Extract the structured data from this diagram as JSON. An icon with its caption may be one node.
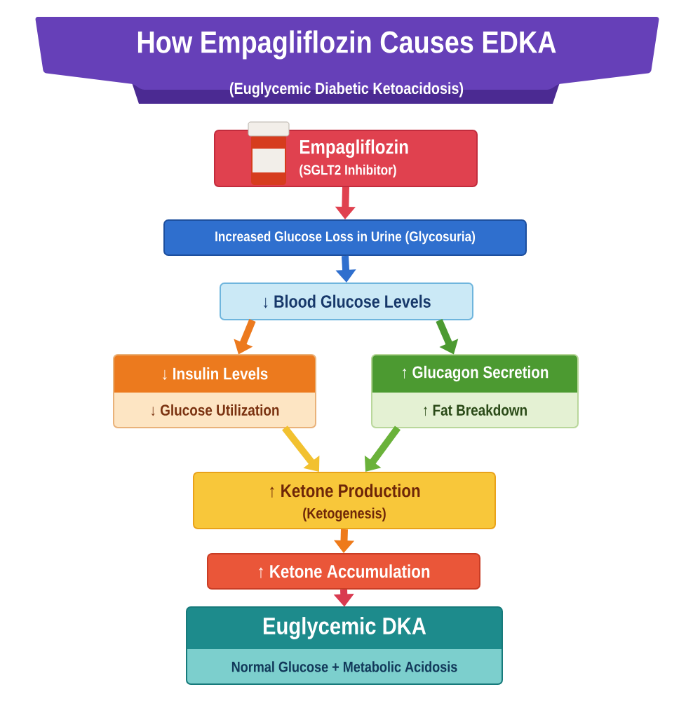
{
  "diagram": {
    "title": "How Empagliflozin Causes EDKA",
    "nodes": [
      {
        "text": [
          "Empagliflozin",
          "(SGLT2 Inhibitor)"
        ]
      },
      {
        "text": [
          "Increased Glucose Loss in Urine (Glycosuria)"
        ]
      },
      {
        "text": [
          "↓ Blood Glucose Levels"
        ]
      },
      {
        "text": [
          "↓ Insulin Levels",
          "↓ Glucose Utilization"
        ]
      },
      {
        "text": [
          "↑ Glucagon Secretion",
          "↑ Fat Breakdown"
        ]
      },
      {
        "text": [
          "↑ Ketone Production",
          "(Ketogenesis)"
        ]
      },
      {
        "text": [
          "↑ Ketone Accumulation"
        ]
      },
      {
        "text": [
          "Euglycemic DKA",
          "Normal Glucose + Metabolic Acidosis"
        ]
      }
    ],
    "edges": [
      {
        "from": 0,
        "to": 1,
        "arrow": "to",
        "color": "#e0414f"
      },
      {
        "from": 1,
        "to": 2,
        "arrow": "to",
        "color": "#2f6fce"
      },
      {
        "from": 2,
        "to": 3,
        "arrow": "to",
        "color": "#ec7a1e"
      },
      {
        "from": 2,
        "to": 4,
        "arrow": "to",
        "color": "#4c9a31"
      },
      {
        "from": 3,
        "to": 5,
        "arrow": "to",
        "color": "#f2c130"
      },
      {
        "from": 4,
        "to": 5,
        "arrow": "to",
        "color": "#6ab23a"
      },
      {
        "from": 5,
        "to": 6,
        "arrow": "to",
        "color": "#ee7a1a"
      },
      {
        "from": 6,
        "to": 7,
        "arrow": "to",
        "color": "#d93a50"
      }
    ],
    "labels": [
      "(Euglycemic Diabetic Ketoacidosis)"
    ]
  }
}
